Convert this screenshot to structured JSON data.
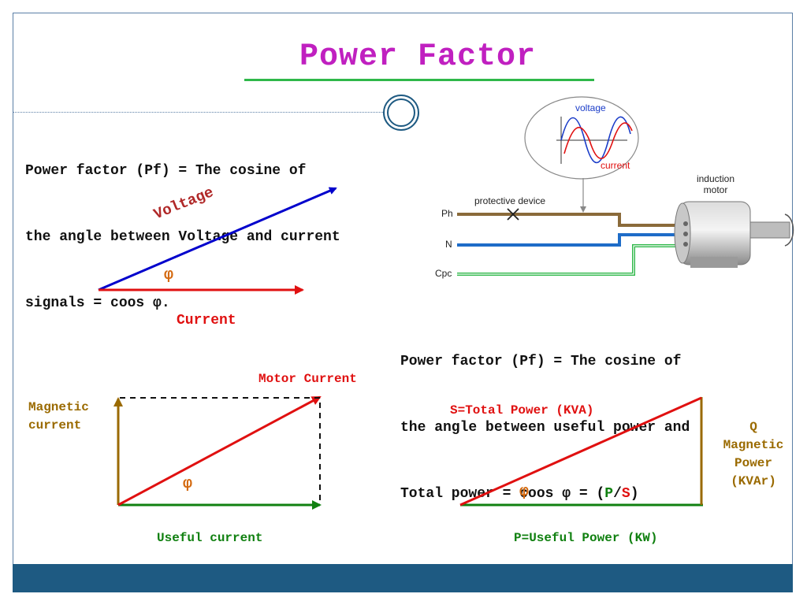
{
  "title": "Power Factor",
  "definition_1": {
    "line1": "Power factor (Pf) = The cosine of",
    "line2": "the angle between Voltage and current",
    "line3": "signals = coos φ."
  },
  "definition_2": {
    "line1": "Power factor (Pf) = The cosine of",
    "line2": "the angle between useful power and",
    "line3_prefix": "Total power = coos φ = (",
    "line3_p": "P",
    "line3_slash": "/",
    "line3_s": "S",
    "line3_suffix": ")"
  },
  "phasor": {
    "voltage_label": "Voltage",
    "current_label": "Current",
    "phi_label": "φ"
  },
  "current_triangle": {
    "motor_current_label": "Motor Current",
    "magnetic_current_label_line1": "Magnetic",
    "magnetic_current_label_line2": "current",
    "useful_current_label": "Useful current",
    "phi_label": "φ"
  },
  "power_triangle": {
    "total_power_label": "S=Total Power (KVA)",
    "useful_power_label": "P=Useful Power (KW)",
    "q_label": "Q",
    "magnetic_power_line1": "Magnetic",
    "magnetic_power_line2": "Power",
    "magnetic_power_line3": "(KVAr)",
    "phi_label": "φ"
  },
  "motor_diagram": {
    "voltage_label": "voltage",
    "current_label": "current",
    "protective_device_label": "protective device",
    "induction_motor_line1": "induction",
    "induction_motor_line2": "motor",
    "ph_label": "Ph",
    "n_label": "N",
    "cpc_label": "Cpc"
  },
  "colors": {
    "title": "#c020c0",
    "voltage": "#0000cc",
    "current": "#e01010",
    "useful": "#108010",
    "magnetic": "#9a6a00",
    "footer": "#1e5a82"
  }
}
